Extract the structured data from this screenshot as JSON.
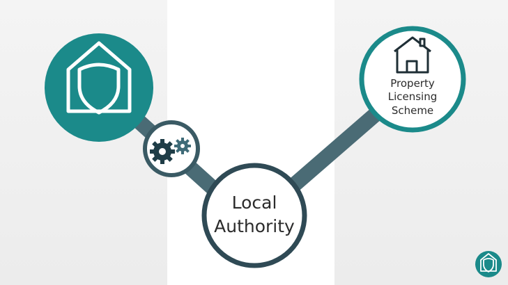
{
  "diagram": {
    "nodes": {
      "logo_node": {
        "icon": "house-shield-icon"
      },
      "gears_node": {
        "icon": "gears-icon"
      },
      "local_authority": {
        "label_lines": [
          "Local",
          "Authority"
        ]
      },
      "property_licensing": {
        "icon": "house-icon",
        "label_lines": [
          "Property",
          "Licensing",
          "Scheme"
        ]
      },
      "corner_logo": {
        "icon": "house-shield-icon"
      }
    }
  },
  "colors": {
    "teal": "#1b8a8a",
    "dark_slate": "#2f4a55",
    "connector": "#4a6b75",
    "ring": "#3a5a64",
    "background_gray": "#efefef"
  }
}
